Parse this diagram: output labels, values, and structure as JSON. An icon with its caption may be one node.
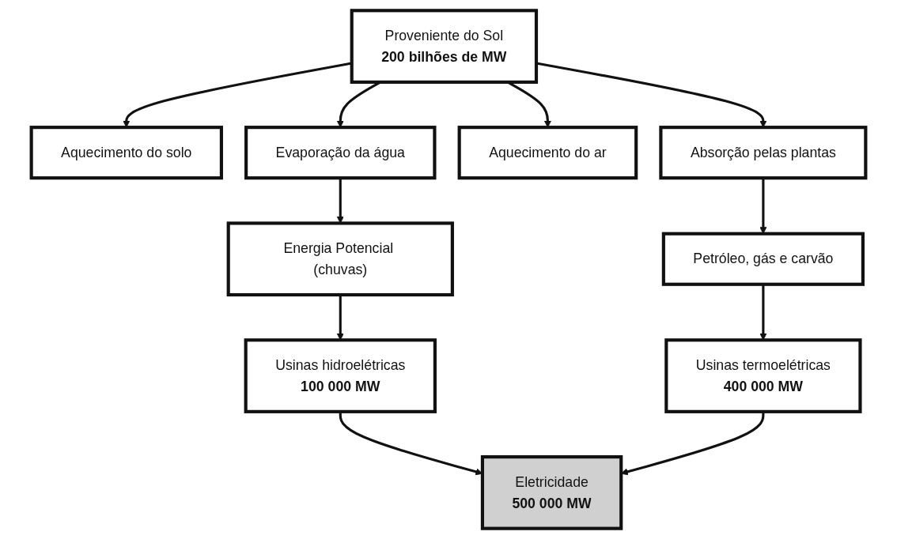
{
  "diagram": {
    "nodes": [
      {
        "text": [
          "Proveniente do Sol",
          "200 bilhões de MW"
        ]
      },
      {
        "text": [
          "Aquecimento do solo"
        ]
      },
      {
        "text": [
          "Evaporação da água"
        ]
      },
      {
        "text": [
          "Aquecimento do ar"
        ]
      },
      {
        "text": [
          "Absorção pelas plantas"
        ]
      },
      {
        "text": [
          "Energia Potencial (chuvas)"
        ]
      },
      {
        "text": [
          "Petróleo, gás e carvão"
        ]
      },
      {
        "text": [
          "Usinas hidroelétricas",
          "100 000 MW"
        ]
      },
      {
        "text": [
          "Usinas termoelétricas",
          "400 000 MW"
        ]
      },
      {
        "text": [
          "Eletricidade",
          "500 000 MW"
        ]
      }
    ],
    "edges": [
      {
        "from": 0,
        "to": 1,
        "arrow": "to"
      },
      {
        "from": 0,
        "to": 2,
        "arrow": "to"
      },
      {
        "from": 0,
        "to": 3,
        "arrow": "to"
      },
      {
        "from": 0,
        "to": 4,
        "arrow": "to"
      },
      {
        "from": 2,
        "to": 5,
        "arrow": "to"
      },
      {
        "from": 4,
        "to": 6,
        "arrow": "to"
      },
      {
        "from": 5,
        "to": 7,
        "arrow": "to"
      },
      {
        "from": 6,
        "to": 8,
        "arrow": "to"
      },
      {
        "from": 7,
        "to": 9,
        "arrow": "to"
      },
      {
        "from": 8,
        "to": 9,
        "arrow": "to"
      }
    ]
  }
}
